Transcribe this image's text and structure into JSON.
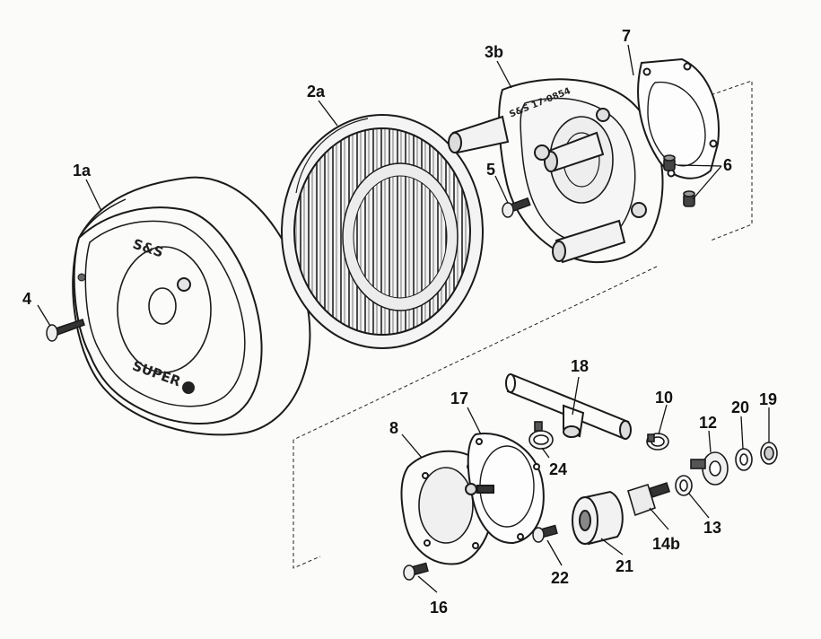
{
  "figure": {
    "cover_logo": "S&S",
    "cover_wordmark": "SUPER",
    "backplate_marking": "S&S 17-0854",
    "callouts": {
      "c1a": "1a",
      "c2a": "2a",
      "c3b": "3b",
      "c4": "4",
      "c5": "5",
      "c6": "6",
      "c7": "7",
      "c8": "8",
      "c10": "10",
      "c12": "12",
      "c13": "13",
      "c14b": "14b",
      "c16": "16",
      "c17": "17",
      "c18": "18",
      "c19": "19",
      "c20": "20",
      "c21": "21",
      "c22": "22",
      "c24": "24"
    }
  }
}
